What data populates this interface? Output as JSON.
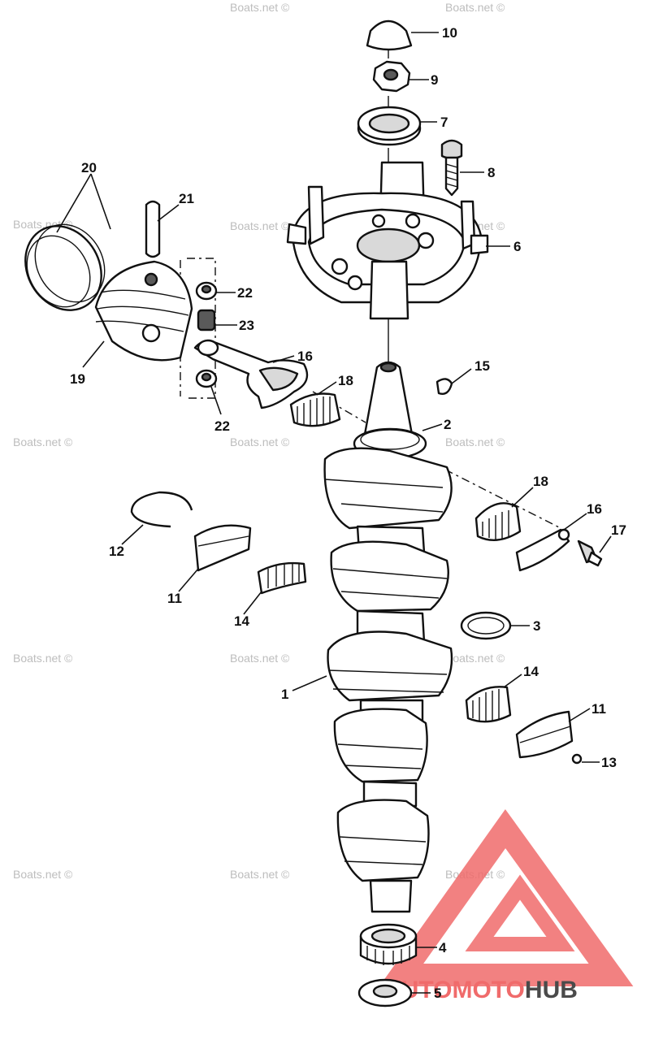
{
  "watermark": "Boats.net ©",
  "brand": {
    "part1": "AUTO",
    "part2": "MOTO",
    "part3": "HUB",
    "color_primary": "#f06b6b",
    "color_secondary": "#4a4a4a"
  },
  "callouts": [
    "1",
    "2",
    "3",
    "4",
    "5",
    "6",
    "7",
    "8",
    "9",
    "10",
    "11",
    "11",
    "12",
    "13",
    "14",
    "14",
    "15",
    "16",
    "16",
    "17",
    "18",
    "18",
    "19",
    "20",
    "21",
    "22",
    "22",
    "23"
  ]
}
